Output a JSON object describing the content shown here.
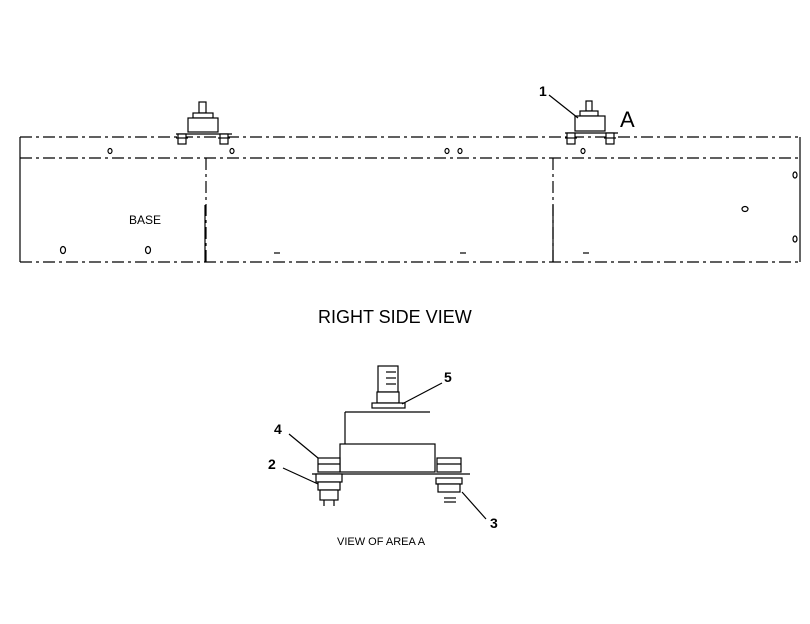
{
  "labels": {
    "base": "BASE",
    "right_side_view": "RIGHT SIDE VIEW",
    "view_of_area_a": "VIEW OF AREA A",
    "area_a": "A"
  },
  "callouts": {
    "c1": "1",
    "c2": "2",
    "c3": "3",
    "c4": "4",
    "c5": "5"
  }
}
